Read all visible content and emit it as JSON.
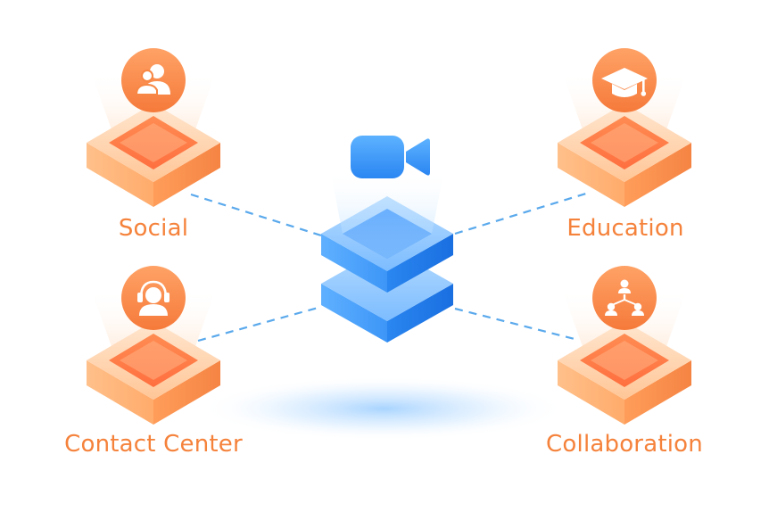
{
  "colors": {
    "accent_orange": "#f5823b",
    "orange_light": "#ffd9b8",
    "orange_mid": "#ffb37a",
    "orange_dark": "#f07a36",
    "blue_light": "#8fc8ff",
    "blue_mid": "#3f9bff",
    "blue_dark": "#1f7cf2",
    "connector": "#5aa9ec",
    "shadow": "#9fd0ff"
  },
  "hub": {
    "icon": "video-camera-icon"
  },
  "nodes": [
    {
      "id": "social",
      "label": "Social",
      "icon": "users-icon"
    },
    {
      "id": "education",
      "label": "Education",
      "icon": "graduation-cap-icon"
    },
    {
      "id": "contact-center",
      "label": "Contact Center",
      "icon": "headset-agent-icon"
    },
    {
      "id": "collaboration",
      "label": "Collaboration",
      "icon": "team-network-icon"
    }
  ]
}
